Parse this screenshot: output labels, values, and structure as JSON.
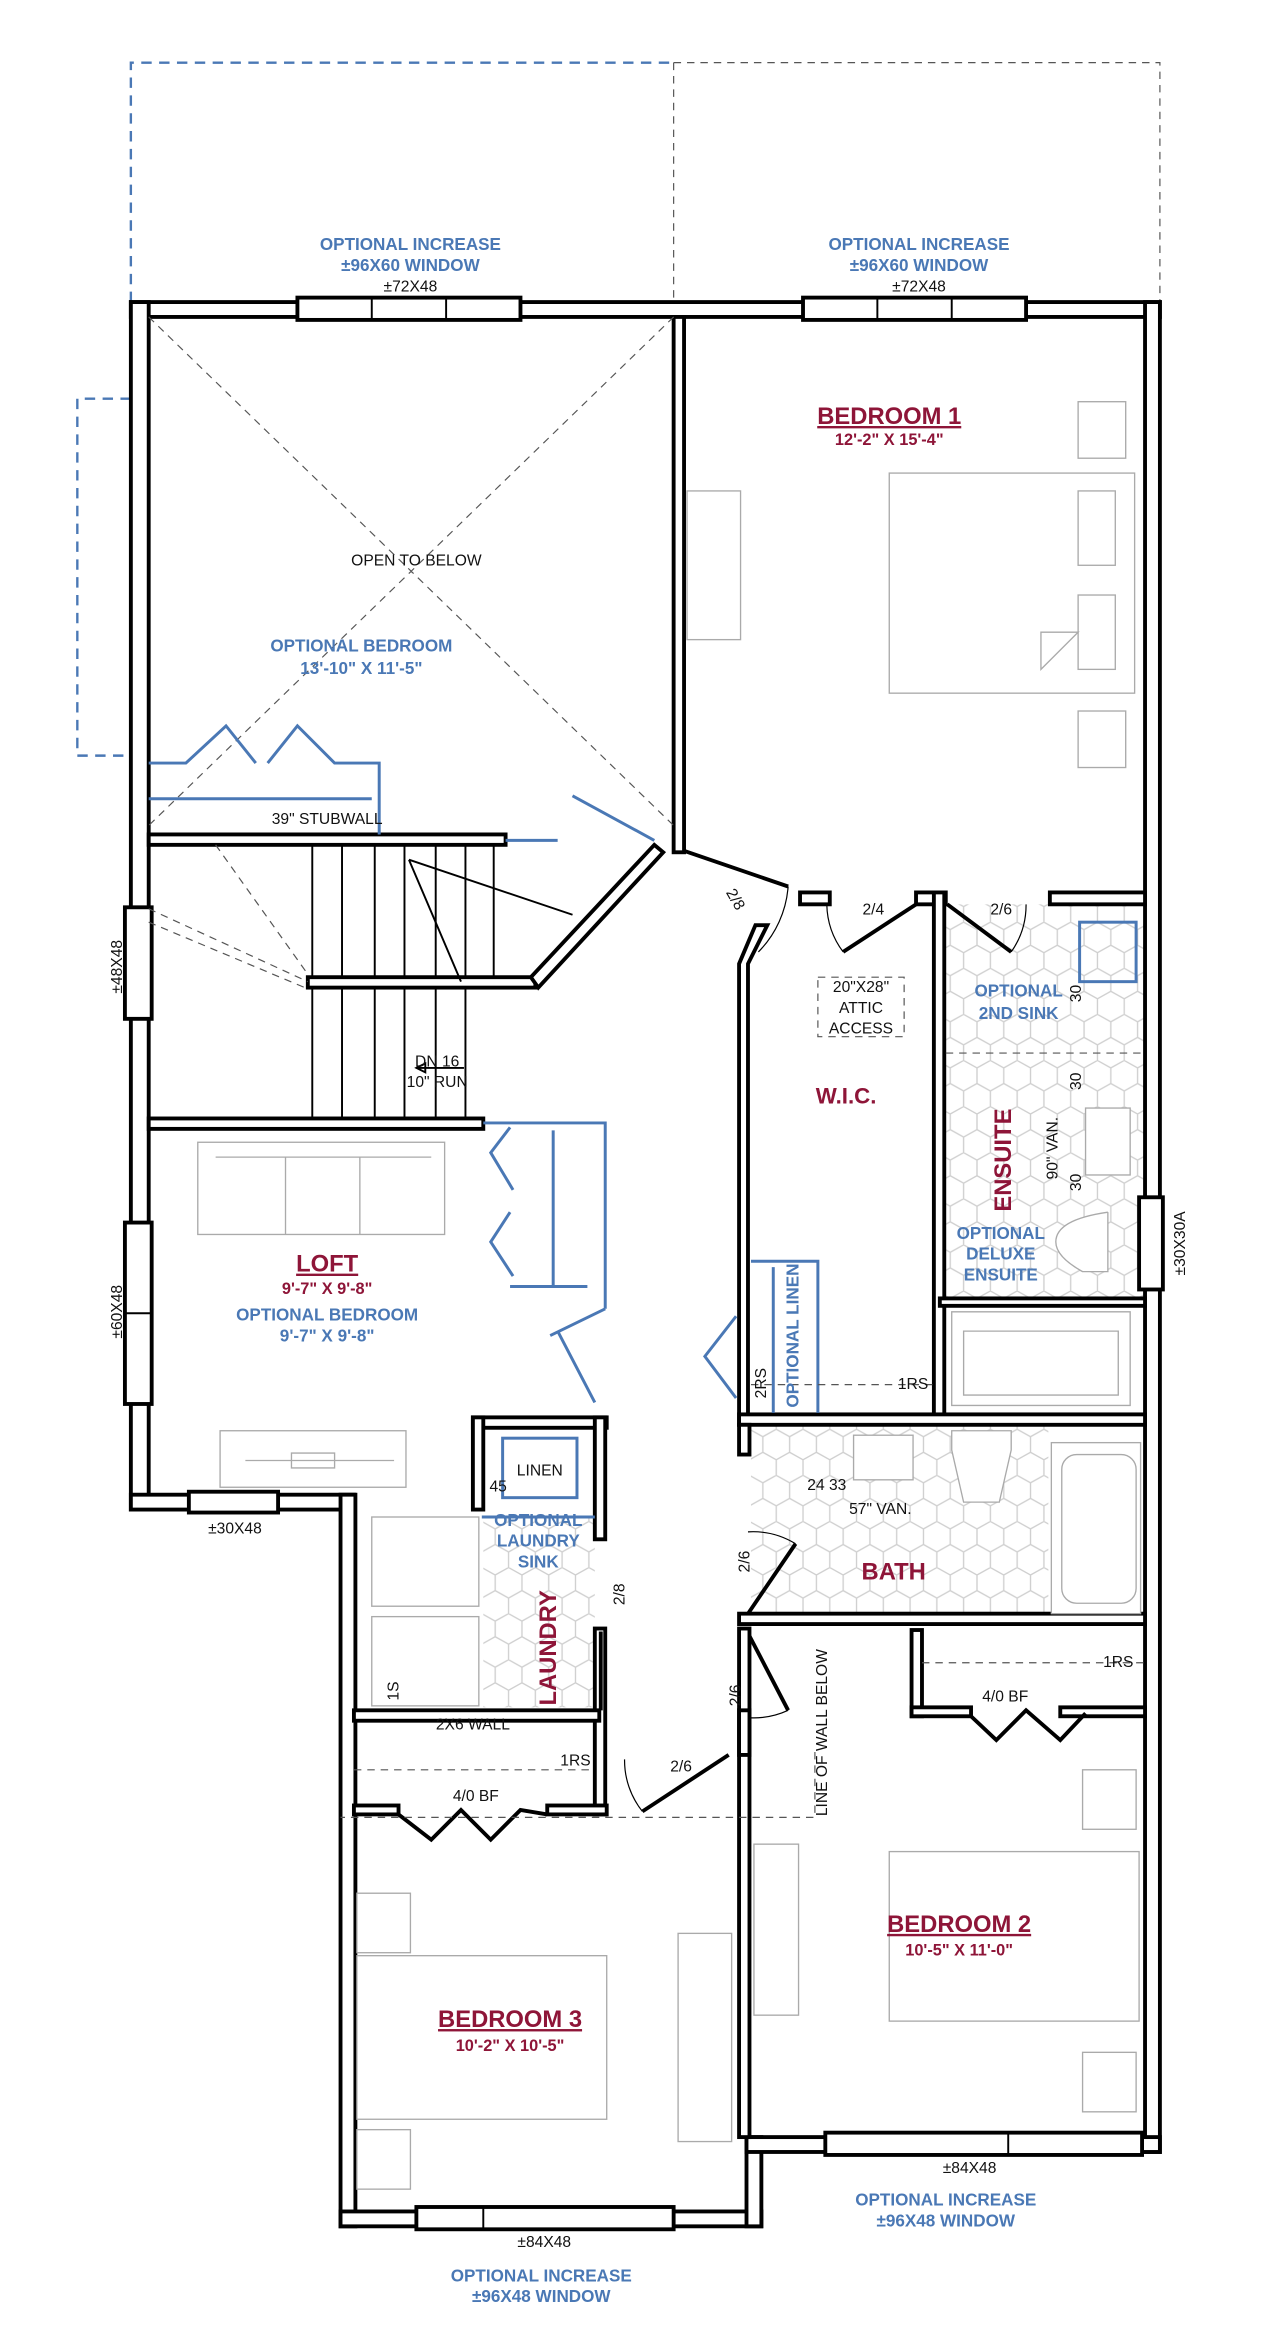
{
  "colors": {
    "room_label": "#8e1538",
    "optional": "#4a78b5",
    "wall": "#000000"
  },
  "windows": {
    "top_left": {
      "line1": "OPTIONAL  INCREASE",
      "line2": "±96X60  WINDOW",
      "size": "±72X48"
    },
    "top_right": {
      "line1": "OPTIONAL  INCREASE",
      "line2": "±96X60  WINDOW",
      "size": "±72X48"
    },
    "left_upper": "±48X48",
    "left_lower": "±60X48",
    "loft_bottom": "±30X48",
    "right": "±30X30A",
    "bedroom2": {
      "size": "±84X48",
      "line1": "OPTIONAL  INCREASE",
      "line2": "±96X48  WINDOW"
    },
    "bedroom3": {
      "size": "±84X48",
      "line1": "OPTIONAL  INCREASE",
      "line2": "±96X48  WINDOW"
    }
  },
  "rooms": {
    "open_below": {
      "label": "OPEN  TO  BELOW",
      "optional": "OPTIONAL  BEDROOM",
      "optional_dims": "13'-10\"  X  11'-5\""
    },
    "bedroom1": {
      "name": "BEDROOM  1",
      "dims": "12'-2\"  X  15'-4\""
    },
    "wic": {
      "name": "W.I.C.",
      "attic": [
        "20\"X28\"",
        "ATTIC",
        "ACCESS"
      ]
    },
    "ensuite": {
      "name": "ENSUITE",
      "optional_sink": [
        "OPTIONAL",
        "2ND  SINK"
      ],
      "optional_deluxe": [
        "OPTIONAL",
        "DELUXE",
        "ENSUITE"
      ],
      "vanity": "90\"  VAN.",
      "dim_a": "30",
      "dim_b": "30",
      "dim_c": "30"
    },
    "loft": {
      "name": "LOFT",
      "dims": "9'-7\"  X  9'-8\"",
      "optional": "OPTIONAL  BEDROOM",
      "optional_dims": "9'-7\"  X  9'-8\""
    },
    "linen": {
      "label": "LINEN",
      "dim": "45",
      "optional_linen": "OPTIONAL  LINEN",
      "rs": "2RS",
      "rs2": "1RS"
    },
    "laundry": {
      "name": "LAUNDRY",
      "sink": [
        "OPTIONAL",
        "LAUNDRY",
        "SINK"
      ],
      "shelf": "1S",
      "wall": "2X6  WALL",
      "rs": "1RS"
    },
    "bath": {
      "name": "BATH",
      "dims": "24 33",
      "vanity": "57\"  VAN."
    },
    "bedroom2": {
      "name": "BEDROOM  2",
      "dims": "10'-5\"  X  11'-0\"",
      "closet": "4/0  BF",
      "rs": "1RS"
    },
    "bedroom3": {
      "name": "BEDROOM  3",
      "dims": "10'-2\"  X  10'-5\"",
      "closet": "4/0  BF"
    }
  },
  "stairs": {
    "stubwall": "39\"  STUBWALL",
    "dn": "DN  16",
    "run": "10\"  RUN"
  },
  "doors": {
    "bed1": "2/8",
    "wic": "2/4",
    "ensuite": "2/6",
    "bath": "2/6",
    "laundry": "2/8",
    "bed2": "2/6",
    "bed3": "2/6"
  },
  "notes": {
    "line_of_wall": "LINE  OF  WALL  BELOW"
  }
}
